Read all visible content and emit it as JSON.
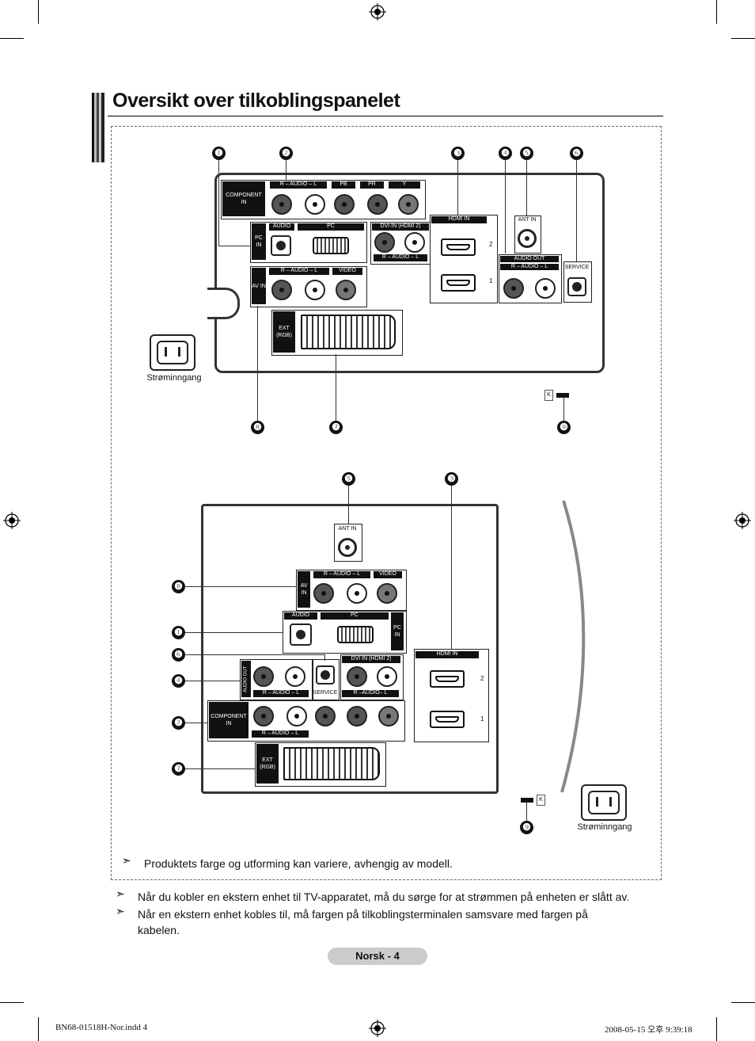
{
  "page": {
    "title": "Oversikt over tilkoblingspanelet",
    "page_label": "Norsk - 4"
  },
  "panel_top": {
    "labels": {
      "component_in": "COMPONENT IN",
      "audio_rl": "R – AUDIO – L",
      "pc_in": "PC IN",
      "audio": "AUDIO",
      "pc": "PC",
      "dvi_in": "DVI IN (HDMI 2)",
      "hdmi_in": "HDMI IN",
      "ant_in": "ANT IN",
      "audio_out": "AUDIO OUT",
      "service": "SERVICE",
      "av_in": "AV IN",
      "video": "VIDEO",
      "ext_rgb": "EXT (RGB)",
      "hdmi_2": "2",
      "hdmi_1": "1",
      "pb": "PB",
      "pr": "PR",
      "y": "Y"
    },
    "power_caption": "Strøminngang",
    "callouts": [
      "❶",
      "❷",
      "❸",
      "❹",
      "❺",
      "❻",
      "❼",
      "❽",
      "❾"
    ]
  },
  "panel_bottom": {
    "labels": {
      "ant_in": "ANT IN",
      "av_in": "AV IN",
      "audio_rl": "R – AUDIO – L",
      "video": "VIDEO",
      "audio": "AUDIO",
      "pc": "PC",
      "pc_in": "PC IN",
      "audio_out": "AUDIO OUT",
      "service": "SERVICE",
      "dvi_in": "DVI IN (HDMI 2)",
      "audio_rl2": "R –AUDIO– L",
      "hdmi_in": "HDMI IN",
      "hdmi_2": "2",
      "hdmi_1": "1",
      "component_in": "COMPONENT IN",
      "ext_rgb": "EXT (RGB)"
    },
    "power_caption": "Strøminngang",
    "callouts": [
      "❺",
      "❸",
      "❽",
      "❶",
      "❻",
      "❹",
      "❷",
      "❼",
      "❾"
    ]
  },
  "notes": {
    "inner": "Produktets farge og utforming kan variere, avhengig av modell.",
    "outer_1": "Når du kobler en ekstern enhet til TV-apparatet, må du sørge for at strømmen på enheten er slått av.",
    "outer_2": "Når en ekstern enhet kobles til, må fargen på tilkoblingsterminalen samsvare med fargen på kabelen."
  },
  "footer": {
    "file": "BN68-01518H-Nor.indd   4",
    "timestamp": "2008-05-15   오후 9:39:18"
  },
  "icons": [
    "registration-mark-icon",
    "note-arrow-icon",
    "power-socket-icon",
    "kensington-lock-icon"
  ]
}
